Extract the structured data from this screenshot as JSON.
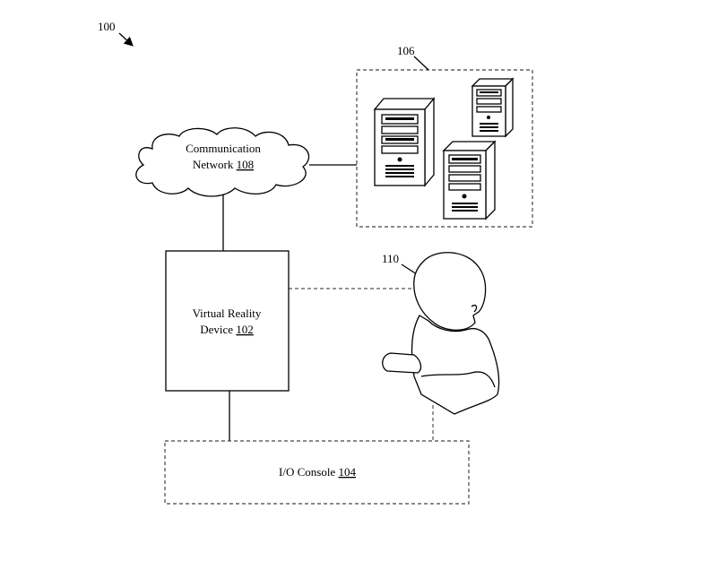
{
  "figure": {
    "ref": "100"
  },
  "network": {
    "line1": "Communication",
    "line2_text": "Network ",
    "line2_ref": "108"
  },
  "servers": {
    "ref": "106"
  },
  "vr_device": {
    "line1": "Virtual Reality",
    "line2_text": "Device ",
    "line2_ref": "102"
  },
  "user": {
    "ref": "110"
  },
  "io_console": {
    "text": "I/O Console ",
    "ref": "104"
  }
}
